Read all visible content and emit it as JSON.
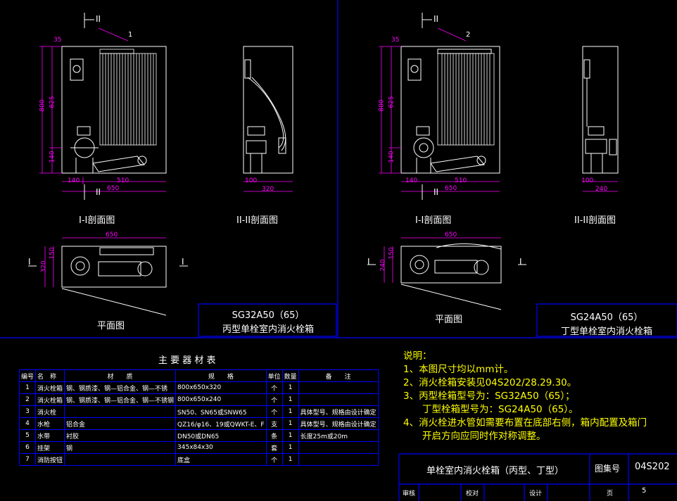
{
  "drawing": {
    "section_1_title": "I-I剖面图",
    "section_2_title": "II-II剖面图",
    "plan_title": "平面图",
    "marker_I": "I",
    "marker_II": "II",
    "left": {
      "callout": "1",
      "dims": {
        "d35": "35",
        "d800": "800",
        "d625": "625",
        "d140v": "140",
        "d140": "140",
        "d510": "510",
        "d650": "650",
        "d100": "100",
        "d320": "320",
        "p650": "650",
        "p150": "150",
        "p320": "320"
      },
      "model": "SG32A50（65）",
      "name": "丙型单栓室内消火栓箱"
    },
    "right": {
      "callout": "2",
      "dims": {
        "d35": "35",
        "d800": "800",
        "d625": "625",
        "d140v": "140",
        "d140": "140",
        "d510": "510",
        "d650": "650",
        "d100": "100",
        "d240": "240",
        "p650": "650",
        "p150": "150",
        "p240": "240"
      },
      "model": "SG24A50（65）",
      "name": "丁型单栓室内消火栓箱"
    }
  },
  "materials": {
    "title": "主 要 器 材 表",
    "headers": [
      "编号",
      "名　称",
      "材　　质",
      "规　　格",
      "单位",
      "数量",
      "备　　注"
    ],
    "rows": [
      [
        "1",
        "消火栓箱",
        "钢、钢质漆、钢—铝合金、钢—不锈",
        "800x650x320",
        "个",
        "1",
        ""
      ],
      [
        "2",
        "消火栓箱",
        "钢、钢质漆、钢—铝合金、钢—不锈钢",
        "800x650x240",
        "个",
        "1",
        ""
      ],
      [
        "3",
        "消火栓",
        "",
        "SN50、SN65或SNW65",
        "个",
        "1",
        "具体型号、规格由设计确定"
      ],
      [
        "4",
        "水枪",
        "铝合金",
        "QZ16/φ16、19或QWKT-E、F",
        "支",
        "1",
        "具体型号、规格由设计确定"
      ],
      [
        "5",
        "水带",
        "衬胶",
        "DN50或DN65",
        "条",
        "1",
        "长度25m或20m"
      ],
      [
        "6",
        "挂架",
        "钢",
        "345x84x30",
        "套",
        "1",
        ""
      ],
      [
        "7",
        "消防按钮",
        "",
        "底盒",
        "个",
        "1",
        ""
      ]
    ]
  },
  "notes": {
    "heading": "说明：",
    "items": [
      "1、本图尺寸均以mm计。",
      "2、消火栓箱安装见04S202/28.29.30。",
      "3、丙型栓箱型号为：SG32A50（65）；",
      "　　丁型栓箱型号为：SG24A50（65）。",
      "4、消火栓进水管如需要布置在底部右侧，箱内配置及箱门",
      "　　开启方向应同时作对称调整。"
    ]
  },
  "title_block": {
    "title": "单栓室内消火栓箱（丙型、丁型）",
    "atlas_label": "图集号",
    "atlas_no": "04S202",
    "review": "审核",
    "check": "校对",
    "design": "设计",
    "page_label": "页",
    "page_no": "5"
  },
  "colors": {
    "background": "#000000",
    "frame": "#0000ff",
    "dimension": "#ff00ff",
    "outline": "#ffffff",
    "notes": "#ffff00",
    "titles": "#00ffff"
  }
}
